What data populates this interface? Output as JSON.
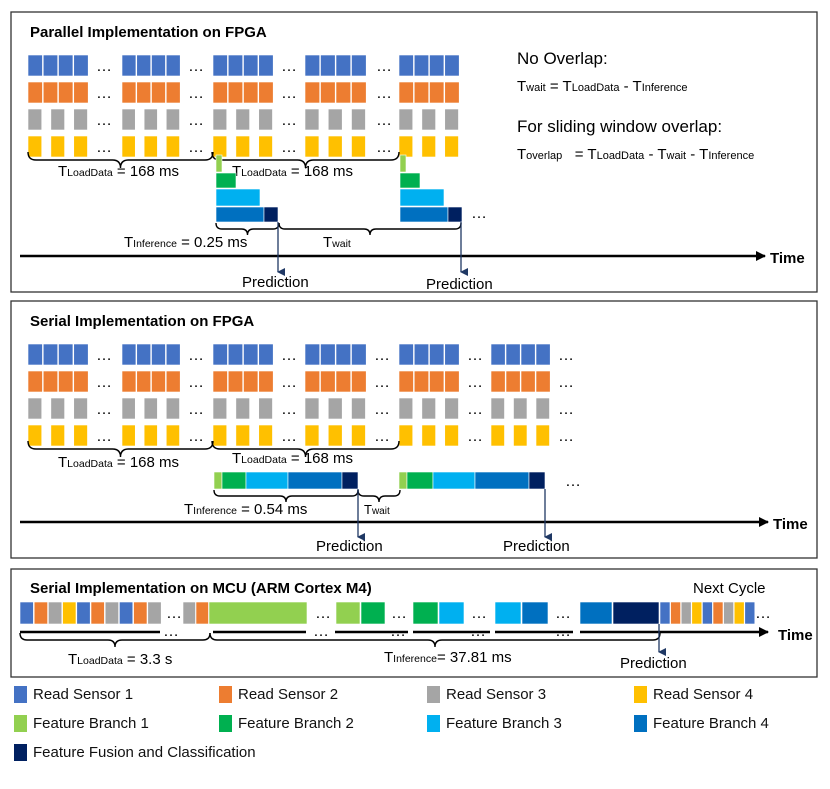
{
  "colors": {
    "sensor1": "#4472C4",
    "sensor2": "#ED7D31",
    "sensor3": "#A5A5A5",
    "sensor4": "#FFC000",
    "branch1": "#92D050",
    "branch2": "#00B050",
    "branch3": "#00B0F0",
    "branch4": "#0070C0",
    "fusion": "#002060"
  },
  "parallel": {
    "title": "Parallel Implementation on FPGA",
    "t_load_1": {
      "main": "T",
      "sub": "LoadData",
      "rest": " = 168 ms"
    },
    "t_load_2": {
      "main": "T",
      "sub": "LoadData",
      "rest": " = 168 ms"
    },
    "t_inference": {
      "main": "T",
      "sub": "Inference",
      "rest": " = 0.25 ms"
    },
    "t_wait": {
      "main": "T",
      "sub": "wait",
      "rest": ""
    },
    "prediction_1": "Prediction",
    "prediction_2": "Prediction",
    "time_label": "Time",
    "no_overlap_heading": "No Overlap:",
    "no_overlap_formula": {
      "p1": "T",
      "s1": "wait",
      "p2": " = T",
      "s2": "LoadData",
      "p3": " - T",
      "s3": "Inference"
    },
    "sliding_heading": "For sliding window overlap:",
    "sliding_formula": {
      "p1": "T",
      "s1": "overlap",
      "p2": "   = T",
      "s2": "LoadData",
      "p3": " - T",
      "s3": "wait",
      "p4": " - T",
      "s4": "Inference"
    },
    "ellipsis": "…"
  },
  "serial_fpga": {
    "title": "Serial Implementation on FPGA",
    "t_load_1": {
      "main": "T",
      "sub": "LoadData",
      "rest": " = 168 ms"
    },
    "t_load_2": {
      "main": "T",
      "sub": "LoadData",
      "rest": " = 168 ms"
    },
    "t_inference": {
      "main": "T",
      "sub": "Inference",
      "rest": " = 0.54 ms"
    },
    "t_wait": {
      "main": "T",
      "sub": "wait",
      "rest": ""
    },
    "prediction_1": "Prediction",
    "prediction_2": "Prediction",
    "time_label": "Time",
    "ellipsis": "…"
  },
  "serial_mcu": {
    "title": "Serial Implementation on MCU (ARM Cortex M4)",
    "next_cycle": "Next Cycle",
    "t_load": {
      "main": "T",
      "sub": "LoadData",
      "rest": " = 3.3 s"
    },
    "t_inference": {
      "main": "T",
      "sub": "Inference",
      "rest": "= 37.81 ms"
    },
    "prediction": "Prediction",
    "time_label": "Time",
    "ellipsis": "…"
  },
  "legend": [
    {
      "label": "Read Sensor 1",
      "color": "#4472C4"
    },
    {
      "label": "Read Sensor 2",
      "color": "#ED7D31"
    },
    {
      "label": "Read Sensor 3",
      "color": "#A5A5A5"
    },
    {
      "label": "Read Sensor 4",
      "color": "#FFC000"
    },
    {
      "label": "Feature Branch 1",
      "color": "#92D050"
    },
    {
      "label": "Feature Branch 2",
      "color": "#00B050"
    },
    {
      "label": "Feature Branch 3",
      "color": "#00B0F0"
    },
    {
      "label": "Feature Branch 4",
      "color": "#0070C0"
    },
    {
      "label": "Feature Fusion and Classification",
      "color": "#002060"
    }
  ]
}
